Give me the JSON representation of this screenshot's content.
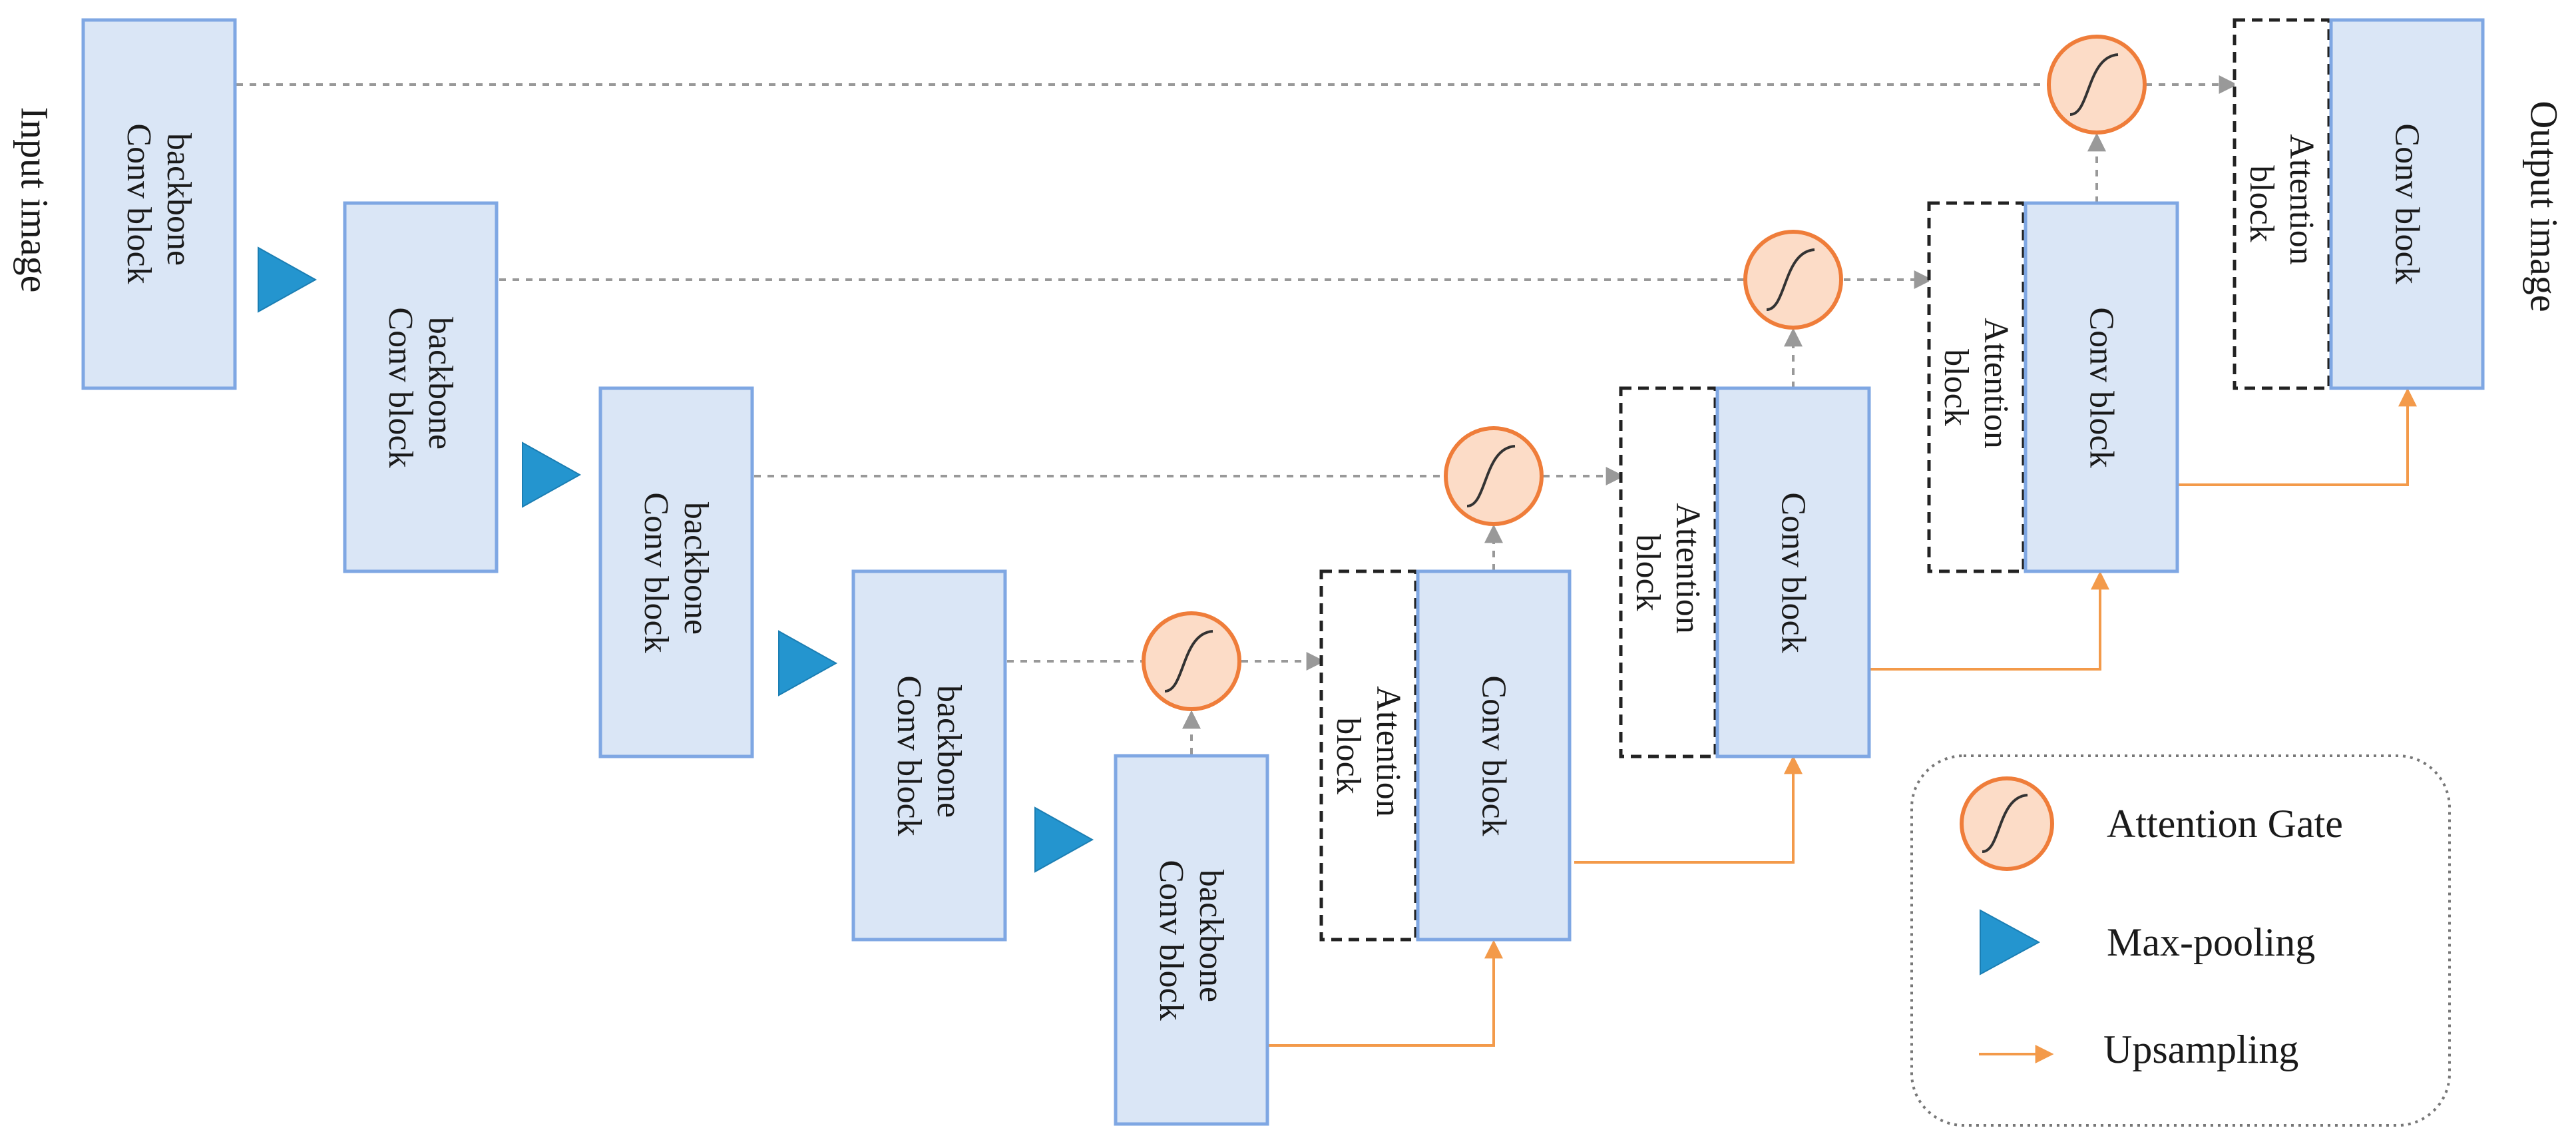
{
  "side_labels": {
    "input": "Input image",
    "output": "Output image"
  },
  "encoder_blocks": [
    {
      "line1": "backbone",
      "line2": "Conv block"
    },
    {
      "line1": "backbone",
      "line2": "Conv block"
    },
    {
      "line1": "backbone",
      "line2": "Conv block"
    },
    {
      "line1": "backbone",
      "line2": "Conv block"
    },
    {
      "line1": "backbone",
      "line2": "Conv block"
    }
  ],
  "decoder_blocks": [
    {
      "conv_label": "Conv block",
      "att_line1": "Attention",
      "att_line2": "block"
    },
    {
      "conv_label": "Conv block",
      "att_line1": "Attention",
      "att_line2": "block"
    },
    {
      "conv_label": "Conv block",
      "att_line1": "Attention",
      "att_line2": "block"
    },
    {
      "conv_label": "Conv block",
      "att_line1": "Attention",
      "att_line2": "block"
    }
  ],
  "legend": {
    "attention_gate": "Attention  Gate",
    "max_pooling": "Max-pooling",
    "upsampling": "Upsampling"
  },
  "colors": {
    "block_fill": "#dae6f6",
    "block_stroke": "#7fa7e3",
    "gate_fill": "#fcdcc7",
    "gate_stroke": "#ef7d3a",
    "pool_fill": "#2495cf",
    "upsampling_line": "#f39a4a",
    "skip_line": "#999999"
  },
  "icons": {
    "attention_gate": "sigmoid-circle-icon",
    "max_pooling": "right-triangle-icon",
    "upsampling": "orange-arrow-icon"
  }
}
